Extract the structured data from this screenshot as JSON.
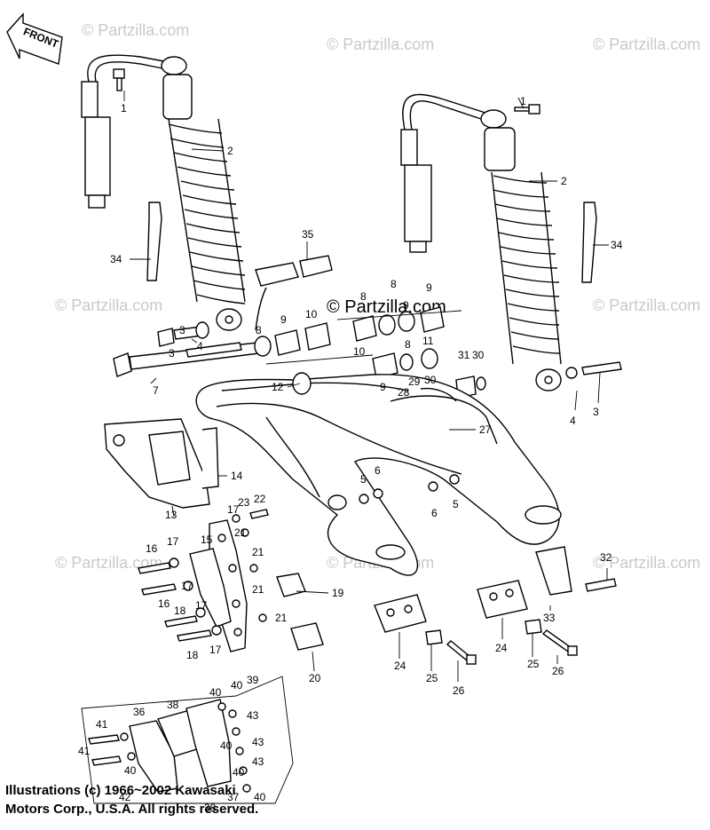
{
  "front_label": "FRONT",
  "watermark": "© Partzilla.com",
  "footer": {
    "line1": "Illustrations (c) 1966~2002 Kawasaki",
    "line2": "Motors Corp., U.S.A.  All rights reserved."
  },
  "callouts": {
    "c1a": "1",
    "c1b": "1",
    "c2a": "2",
    "c2b": "2",
    "c3a": "3",
    "c3b": "3",
    "c3c": "3",
    "c4a": "4",
    "c4b": "4",
    "c5a": "5",
    "c5b": "5",
    "c6a": "6",
    "c6b": "6",
    "c7": "7",
    "c8a": "8",
    "c8b": "8",
    "c8c": "8",
    "c8d": "8",
    "c9a": "9",
    "c9b": "9",
    "c9c": "9",
    "c9d": "9",
    "c10a": "10",
    "c10b": "10",
    "c11": "11",
    "c12": "12",
    "c13": "13",
    "c14": "14",
    "c15": "15",
    "c16a": "16",
    "c16b": "16",
    "c17a": "17",
    "c17b": "17",
    "c17c": "17",
    "c17d": "17",
    "c17e": "17",
    "c18a": "18",
    "c18b": "18",
    "c19": "19",
    "c20": "20",
    "c21a": "21",
    "c21b": "21",
    "c21c": "21",
    "c21d": "21",
    "c22": "22",
    "c23": "23",
    "c24a": "24",
    "c24b": "24",
    "c25a": "25",
    "c25b": "25",
    "c26a": "26",
    "c26b": "26",
    "c27": "27",
    "c28": "28",
    "c29": "29",
    "c30a": "30",
    "c30b": "30",
    "c31": "31",
    "c32": "32",
    "c33": "33",
    "c34a": "34",
    "c34b": "34",
    "c35": "35",
    "c36": "36",
    "c37": "37",
    "c38a": "38",
    "c38b": "38",
    "c39": "39",
    "c40a": "40",
    "c40b": "40",
    "c40c": "40",
    "c40d": "40",
    "c40e": "40",
    "c40f": "40",
    "c41a": "41",
    "c41b": "41",
    "c42": "42",
    "c43a": "43",
    "c43b": "43",
    "c43c": "43"
  }
}
